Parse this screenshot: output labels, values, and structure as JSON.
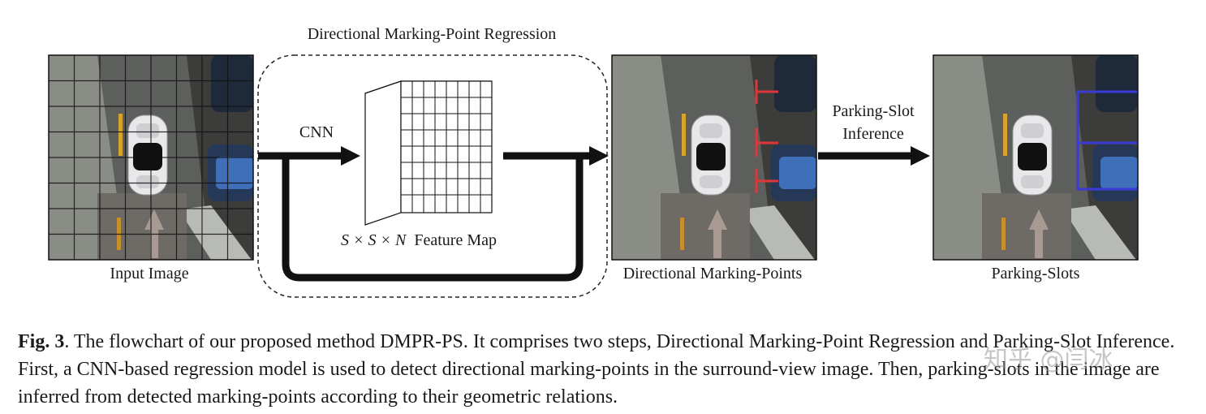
{
  "labels": {
    "dmpr_title": "Directional Marking-Point Regression",
    "cnn": "CNN",
    "feature_map_prefix": "S × S × N",
    "feature_map_suffix": "Feature Map",
    "input_image": "Input Image",
    "directional_marking_points": "Directional Marking-Points",
    "parking_slot_inference_line1": "Parking-Slot",
    "parking_slot_inference_line2": "Inference",
    "parking_slots": "Parking-Slots"
  },
  "caption": {
    "fig_label": "Fig. 3",
    "text": ". The flowchart of our proposed method DMPR-PS. It comprises two steps, Directional Marking-Point Regression and Parking-Slot Inference. First, a CNN-based regression model is used to detect directional marking-points in the surround-view image. Then, parking-slots in the image are inferred from detected marking-points according to their geometric relations."
  },
  "watermark": "知乎 @闫冰",
  "colors": {
    "marking_point": "#e0353a",
    "parking_slot": "#3a3ad8",
    "arrow": "#111111"
  }
}
